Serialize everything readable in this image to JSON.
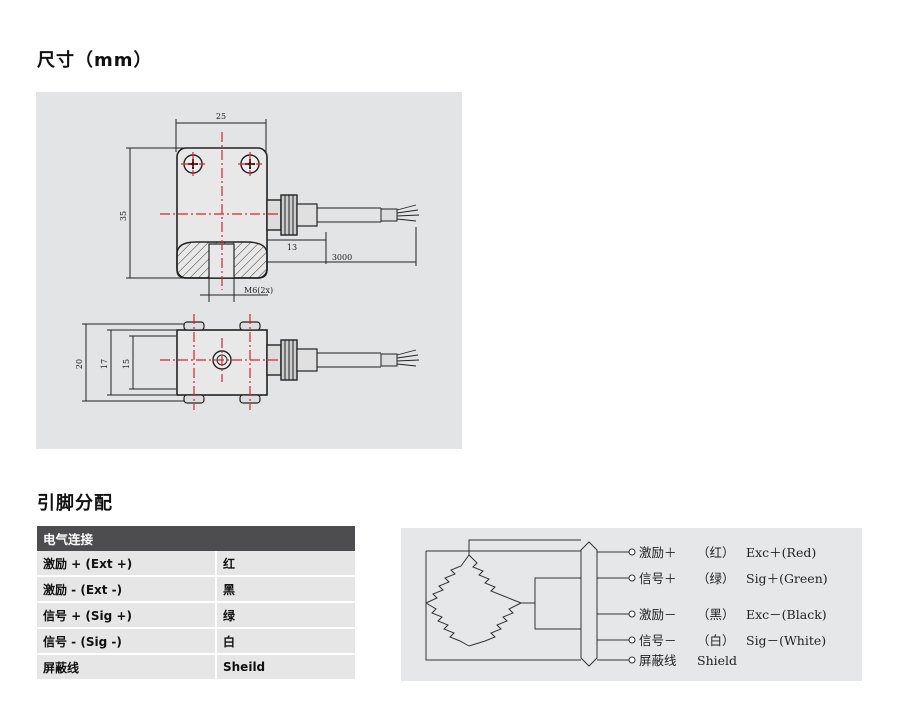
{
  "headings": {
    "dimensions": "尺寸（mm）",
    "pinout": "引脚分配"
  },
  "drawing": {
    "dim_width": "25",
    "dim_height": "35",
    "dim_13": "13",
    "dim_cable": "3000",
    "thread": "M6(2x)",
    "dim_20": "20",
    "dim_17": "17",
    "dim_15": "15"
  },
  "table": {
    "header": "电气连接",
    "rows": [
      {
        "signal": "激励 + (Ext +)",
        "color": "红"
      },
      {
        "signal": "激励 - (Ext -)",
        "color": "黑"
      },
      {
        "signal": "信号 + (Sig +)",
        "color": "绿"
      },
      {
        "signal": "信号 - (Sig -)",
        "color": "白"
      },
      {
        "signal": "屏蔽线",
        "color": "Sheild"
      }
    ]
  },
  "wiring": {
    "lines": [
      {
        "name": "激励＋",
        "color": "（红）",
        "code": "Exc＋(Red)"
      },
      {
        "name": "信号＋",
        "color": "（绿）",
        "code": "Sig＋(Green)"
      },
      {
        "name": "激励－",
        "color": "（黑）",
        "code": "Exc－(Black)"
      },
      {
        "name": "信号－",
        "color": "（白）",
        "code": "Sig－(White)"
      },
      {
        "name": "屏蔽线",
        "color": "",
        "code": "Shield"
      }
    ]
  }
}
